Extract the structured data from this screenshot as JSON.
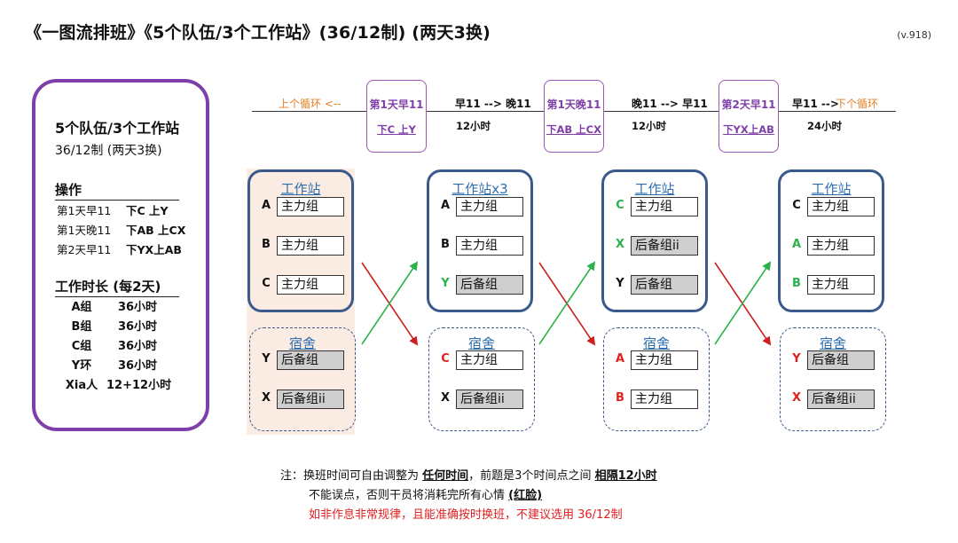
{
  "title": "《一图流排班》《5个队伍/3个工作站》(36/12制) (两天3换)",
  "version": "(v.918)",
  "panel": {
    "title": "5个队伍/3个工作站",
    "subtitle": "36/12制 (两天3换)",
    "ops_heading": "操作",
    "ops": [
      {
        "when": "第1天早11",
        "action": "下C 上Y"
      },
      {
        "when": "第1天晚11",
        "action": "下AB 上CX"
      },
      {
        "when": "第2天早11",
        "action": "下YX上AB"
      }
    ],
    "hours_heading": "工作时长 (每2天)",
    "hours": [
      {
        "team": "A组",
        "hours": "36小时"
      },
      {
        "team": "B组",
        "hours": "36小时"
      },
      {
        "team": "C组",
        "hours": "36小时"
      },
      {
        "team": "Y环",
        "hours": "36小时"
      },
      {
        "team": "Xia人",
        "hours": "12+12小时"
      }
    ]
  },
  "timeline": {
    "prev_cycle": "上个循环 <--",
    "next_cycle": "下个循环",
    "segments": [
      {
        "label": "早11 --> 晚11",
        "duration": "12小时"
      },
      {
        "label": "晚11 --> 早11",
        "duration": "12小时"
      },
      {
        "label": "早11 -->",
        "duration": "24小时"
      }
    ],
    "switches": [
      {
        "time": "第1天早11",
        "action": "下C 上Y"
      },
      {
        "time": "第1天晚11",
        "action": "下AB 上CX"
      },
      {
        "time": "第2天早11",
        "action": "下YX上AB"
      }
    ]
  },
  "stages": [
    {
      "station_title": "工作站",
      "station": [
        {
          "label": "A",
          "label_color": "black",
          "group": "主力组",
          "grey": false
        },
        {
          "label": "B",
          "label_color": "black",
          "group": "主力组",
          "grey": false
        },
        {
          "label": "C",
          "label_color": "black",
          "group": "主力组",
          "grey": false
        }
      ],
      "dorm_title": "宿舍",
      "dorm": [
        {
          "label": "Y",
          "label_color": "black",
          "group": "后备组",
          "grey": true
        },
        {
          "label": "X",
          "label_color": "black",
          "group": "后备组ii",
          "grey": true
        }
      ]
    },
    {
      "station_title": "工作站x3",
      "station": [
        {
          "label": "A",
          "label_color": "black",
          "group": "主力组",
          "grey": false
        },
        {
          "label": "B",
          "label_color": "black",
          "group": "主力组",
          "grey": false
        },
        {
          "label": "Y",
          "label_color": "green",
          "group": "后备组",
          "grey": true
        }
      ],
      "dorm_title": "宿舍",
      "dorm": [
        {
          "label": "C",
          "label_color": "red",
          "group": "主力组",
          "grey": false
        },
        {
          "label": "X",
          "label_color": "black",
          "group": "后备组ii",
          "grey": true
        }
      ]
    },
    {
      "station_title": "工作站",
      "station": [
        {
          "label": "C",
          "label_color": "green",
          "group": "主力组",
          "grey": false
        },
        {
          "label": "X",
          "label_color": "green",
          "group": "后备组ii",
          "grey": true
        },
        {
          "label": "Y",
          "label_color": "black",
          "group": "后备组",
          "grey": true
        }
      ],
      "dorm_title": "宿舍",
      "dorm": [
        {
          "label": "A",
          "label_color": "red",
          "group": "主力组",
          "grey": false
        },
        {
          "label": "B",
          "label_color": "red",
          "group": "主力组",
          "grey": false
        }
      ]
    },
    {
      "station_title": "工作站",
      "station": [
        {
          "label": "C",
          "label_color": "black",
          "group": "主力组",
          "grey": false
        },
        {
          "label": "A",
          "label_color": "green",
          "group": "主力组",
          "grey": false
        },
        {
          "label": "B",
          "label_color": "green",
          "group": "主力组",
          "grey": false
        }
      ],
      "dorm_title": "宿舍",
      "dorm": [
        {
          "label": "Y",
          "label_color": "red",
          "group": "后备组",
          "grey": true
        },
        {
          "label": "X",
          "label_color": "red",
          "group": "后备组ii",
          "grey": true
        }
      ]
    }
  ],
  "colors": {
    "panel_border": "#7f3fa8",
    "station_border": "#3b5a8c",
    "title_blue": "#2f6fb0",
    "in_arrow": "#2bb24c",
    "out_arrow": "#cc1f1f",
    "orange": "#e67e22",
    "grey_box": "#d0cfcf",
    "tint": "#fbece3"
  },
  "note": {
    "prefix": "注：",
    "line1_a": "换班时间可自由调整为 ",
    "line1_b": "任何时间",
    "line1_c": "，前题是3个时间点之间 ",
    "line1_d": "相隔12小时",
    "line2_a": "不能误点，否则干员将消耗完所有心情 ",
    "line2_b": "(红脸)",
    "line3": "如非作息非常规律，且能准确按时换班，不建议选用 36/12制"
  }
}
